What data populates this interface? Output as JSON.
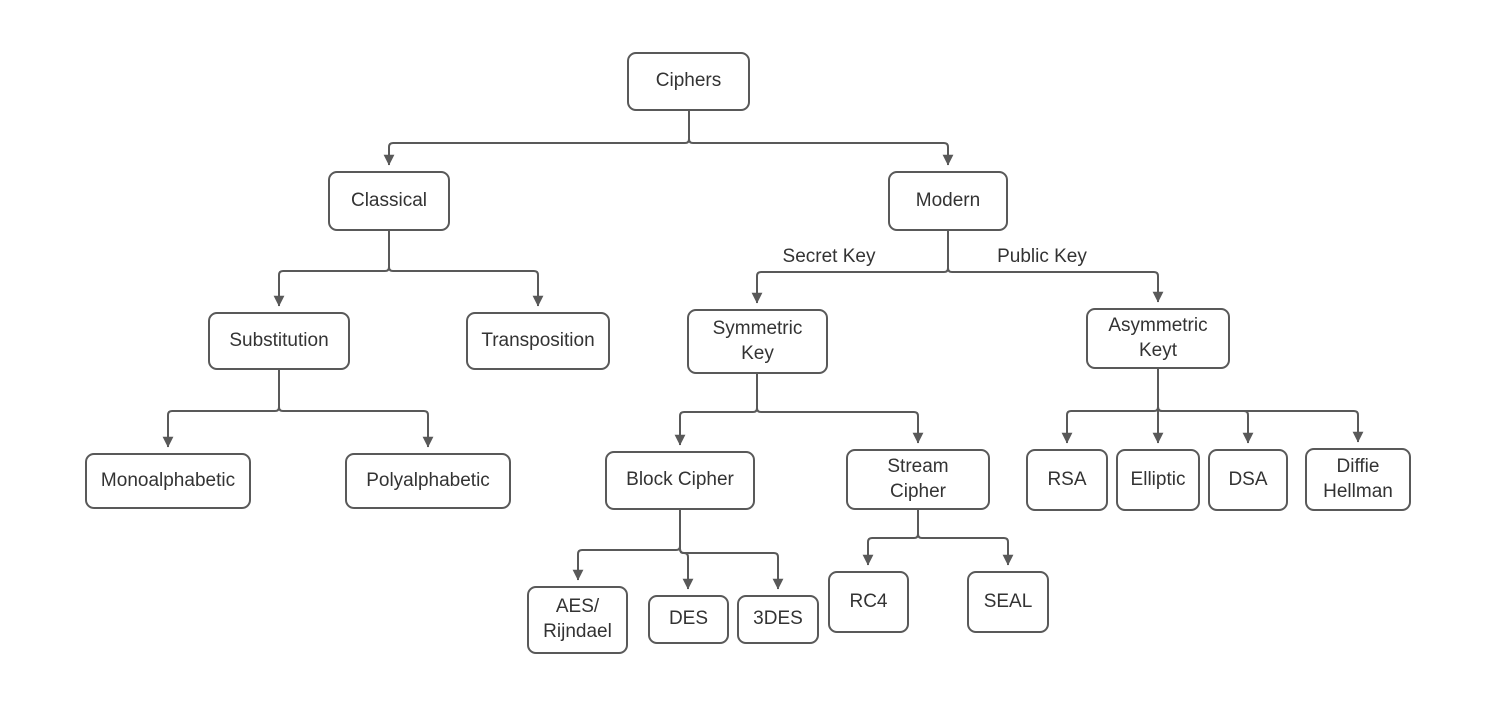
{
  "colors": {
    "background": "#ffffff",
    "node_border": "#595959",
    "connector": "#595959",
    "text": "#333333"
  },
  "nodes": {
    "ciphers": {
      "label": "Ciphers"
    },
    "classical": {
      "label": "Classical"
    },
    "modern": {
      "label": "Modern"
    },
    "substitution": {
      "label": "Substitution"
    },
    "transposition": {
      "label": "Transposition"
    },
    "symmetric_key": {
      "label": "Symmetric\nKey"
    },
    "asymmetric_key": {
      "label": "Asymmetric\nKeyt"
    },
    "monoalphabetic": {
      "label": "Monoalphabetic"
    },
    "polyalphabetic": {
      "label": "Polyalphabetic"
    },
    "block_cipher": {
      "label": "Block Cipher"
    },
    "stream_cipher": {
      "label": "Stream\nCipher"
    },
    "rsa": {
      "label": "RSA"
    },
    "elliptic": {
      "label": "Elliptic"
    },
    "dsa": {
      "label": "DSA"
    },
    "diffie_hellman": {
      "label": "Diffie\nHellman"
    },
    "aes_rijndael": {
      "label": "AES/\nRijndael"
    },
    "des": {
      "label": "DES"
    },
    "triple_des": {
      "label": "3DES"
    },
    "rc4": {
      "label": "RC4"
    },
    "seal": {
      "label": "SEAL"
    }
  },
  "edge_labels": {
    "secret_key": "Secret Key",
    "public_key": "Public Key"
  },
  "edges": [
    {
      "from": "ciphers",
      "to": "classical"
    },
    {
      "from": "ciphers",
      "to": "modern"
    },
    {
      "from": "classical",
      "to": "substitution"
    },
    {
      "from": "classical",
      "to": "transposition"
    },
    {
      "from": "substitution",
      "to": "monoalphabetic"
    },
    {
      "from": "substitution",
      "to": "polyalphabetic"
    },
    {
      "from": "modern",
      "to": "symmetric_key",
      "label": "Secret Key"
    },
    {
      "from": "modern",
      "to": "asymmetric_key",
      "label": "Public Key"
    },
    {
      "from": "symmetric_key",
      "to": "block_cipher"
    },
    {
      "from": "symmetric_key",
      "to": "stream_cipher"
    },
    {
      "from": "block_cipher",
      "to": "aes_rijndael"
    },
    {
      "from": "block_cipher",
      "to": "des"
    },
    {
      "from": "block_cipher",
      "to": "triple_des"
    },
    {
      "from": "stream_cipher",
      "to": "rc4"
    },
    {
      "from": "stream_cipher",
      "to": "seal"
    },
    {
      "from": "asymmetric_key",
      "to": "rsa"
    },
    {
      "from": "asymmetric_key",
      "to": "elliptic"
    },
    {
      "from": "asymmetric_key",
      "to": "dsa"
    },
    {
      "from": "asymmetric_key",
      "to": "diffie_hellman"
    }
  ]
}
